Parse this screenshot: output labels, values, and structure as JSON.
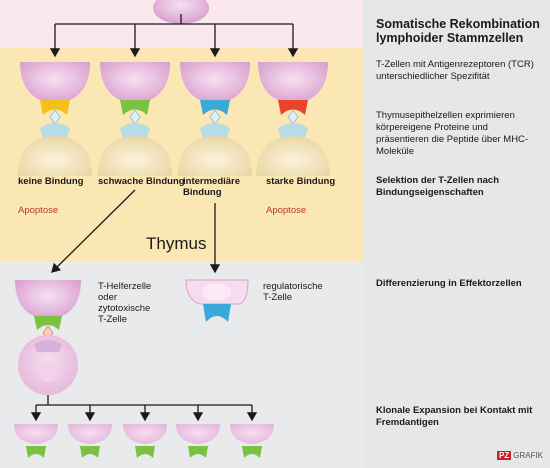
{
  "title": "Somatische Rekombination lymphoider Stammzellen",
  "right_panel": {
    "tcr_text": "T-Zellen mit Antigenrezeptoren (TCR) unterschiedlicher Spezifität",
    "epithel_text": "Thymusepithelzellen exprimieren körpereigene Proteine und präsentieren die Peptide über MHC-Moleküle",
    "selektion": "Selektion der T-Zellen nach Bindungseigenschaften",
    "differenzierung": "Differenzierung in Effektorzellen",
    "expansion": "Klonale Expansion bei Kontakt mit Fremdantigen"
  },
  "bindings": [
    {
      "label": "keine Bindung",
      "outcome": "Apoptose",
      "color": "#f2c21a"
    },
    {
      "label": "schwache Bindung",
      "outcome": "",
      "color": "#7cc242"
    },
    {
      "label": "intermediäre Bindung",
      "outcome": "",
      "color": "#3aa9d8"
    },
    {
      "label": "starke Bindung",
      "outcome": "Apoptose",
      "color": "#e8432d"
    }
  ],
  "thymus_label": "Thymus",
  "helper_label": "T-Helferzelle oder zytotoxische T-Zelle",
  "regulatory_label": "regulatorische T-Zelle",
  "logo": {
    "box": "PZ",
    "text": "GRAFIK"
  },
  "colors": {
    "top_band": "#fbe8ec",
    "thymus_band": "#fbe7b4",
    "bottom_band": "#e9eaeb",
    "apoptose": "#b4372f",
    "tcell": "#e6b5dc",
    "epithel": "#f3e4b8",
    "receptor_light": "#b9dbe6"
  }
}
